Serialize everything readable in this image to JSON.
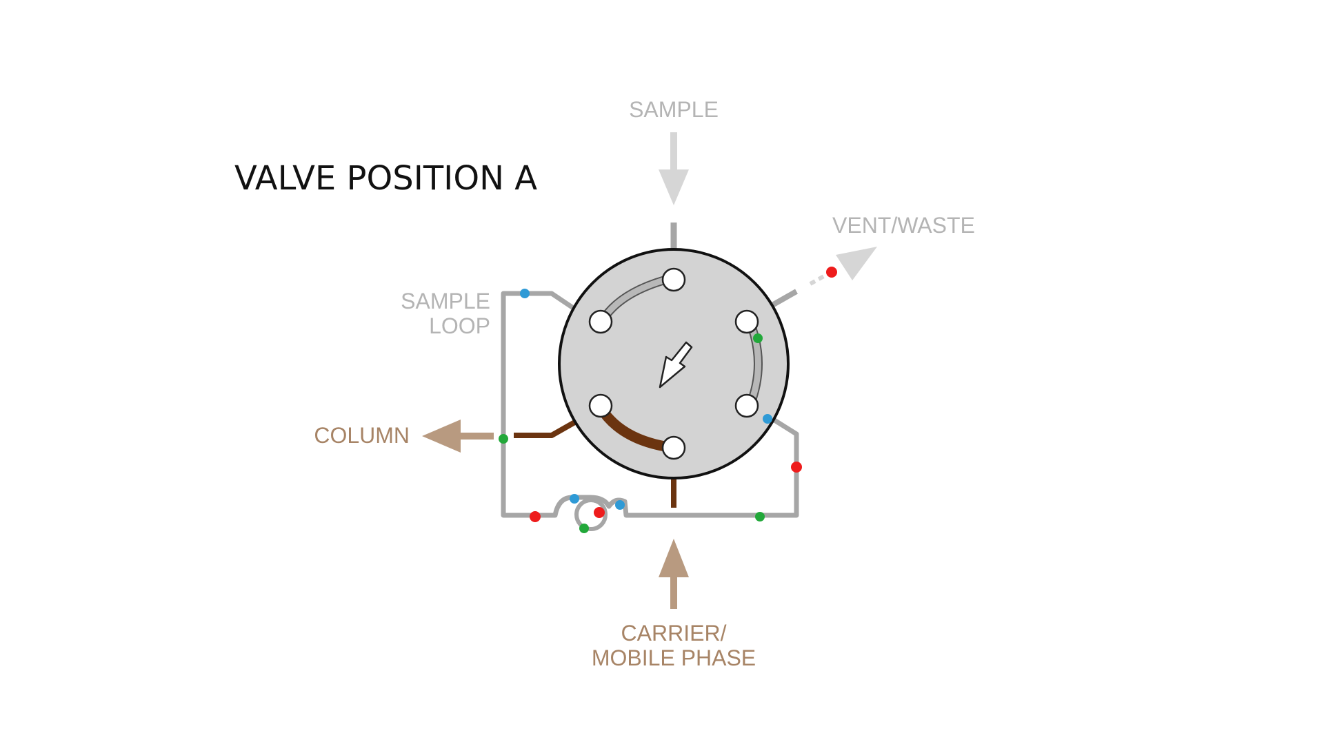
{
  "title": "VALVE POSITION A",
  "labels": {
    "sample": "SAMPLE",
    "vent_waste": "VENT/WASTE",
    "sample_loop_line1": "SAMPLE",
    "sample_loop_line2": "LOOP",
    "column": "COLUMN",
    "carrier_line1": "CARRIER/",
    "carrier_line2": "MOBILE PHASE"
  },
  "colors": {
    "grey_label": "#b4b4b4",
    "brown_label": "#a78466",
    "grey_line": "#a6a6a6",
    "brown_line": "#6b3410",
    "grey_arrow": "#d6d6d6",
    "brown_arrow": "#b89a80",
    "valve_fill": "#d3d3d3",
    "marker_red": "#ee1c1c",
    "marker_green": "#22a83a",
    "marker_blue": "#2e9ad6"
  },
  "icons": {
    "rotation": "rotation-arrow-icon"
  }
}
